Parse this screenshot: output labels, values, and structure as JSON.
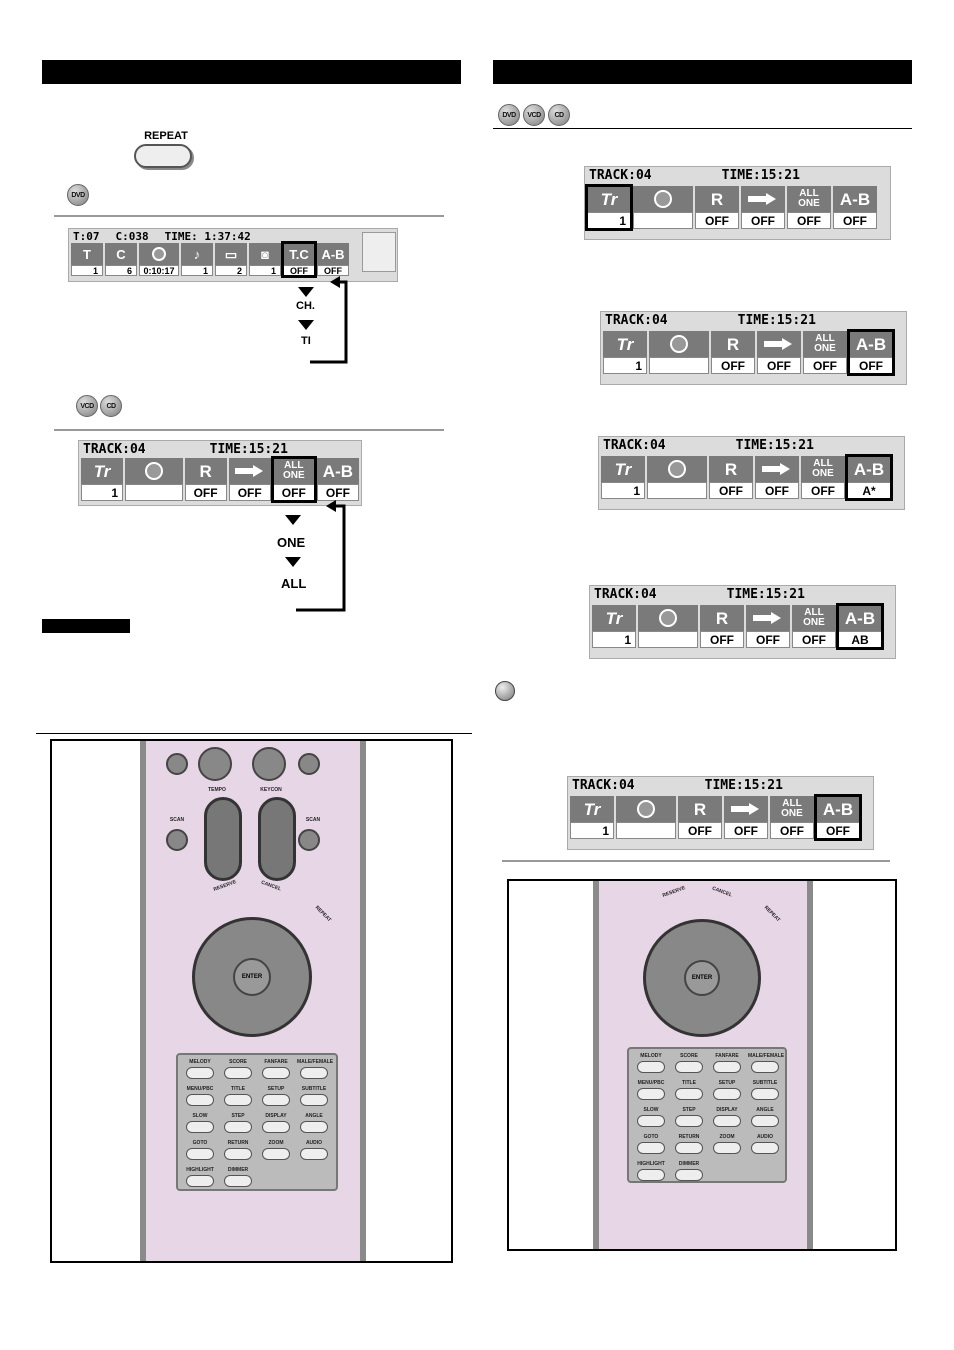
{
  "left": {
    "repeat_button_label": "REPEAT",
    "dvd_badge": "DVD",
    "vcd_badge": "VCD",
    "cd_badge": "CD",
    "dvd_osd": {
      "t": "T:07",
      "c": "C:038",
      "time": "TIME: 1:37:42",
      "values": [
        "1",
        "6",
        "0:10:17",
        "1",
        "2",
        "1",
        "OFF",
        "OFF"
      ],
      "tc_label": "T.C",
      "ab_label": "A-B",
      "flow": [
        "CH.",
        "TI"
      ]
    },
    "vcd_osd": {
      "track": "TRACK:04",
      "time": "TIME:15:21",
      "labels": [
        "Tr",
        "",
        "R",
        "",
        "ALL ONE",
        "A-B"
      ],
      "values": [
        "1",
        "",
        "OFF",
        "OFF",
        "OFF",
        "OFF"
      ],
      "flow": [
        "ONE",
        "ALL"
      ]
    }
  },
  "right": {
    "badges": [
      "DVD",
      "VCD",
      "CD"
    ],
    "osd_track": "TRACK:04",
    "osd_time": "TIME:15:21",
    "tr_label": "Tr",
    "r_label": "R",
    "allone_top": "ALL",
    "allone_bottom": "ONE",
    "ab_label": "A-B",
    "osd1_values": [
      "1",
      "",
      "OFF",
      "OFF",
      "OFF",
      "OFF"
    ],
    "osd2_values": [
      "1",
      "",
      "OFF",
      "OFF",
      "OFF",
      "OFF"
    ],
    "osd3_values": [
      "1",
      "",
      "OFF",
      "OFF",
      "OFF",
      "A*"
    ],
    "osd4_values": [
      "1",
      "",
      "OFF",
      "OFF",
      "OFF",
      "AB"
    ],
    "osd5_values": [
      "1",
      "",
      "OFF",
      "OFF",
      "OFF",
      "OFF"
    ]
  },
  "remote_left": {
    "labels": [
      "TEMPO",
      "KEYCON",
      "SCAN",
      "SCAN",
      "RESERVE",
      "CANCEL",
      "REPEAT",
      "ENTER",
      "MELODY",
      "SCORE",
      "FANFARE",
      "MALE/FEMALE",
      "MENU/PBC",
      "TITLE",
      "SETUP",
      "SUBTITLE",
      "SLOW",
      "STEP",
      "DISPLAY",
      "ANGLE",
      "GOTO",
      "RETURN",
      "ZOOM",
      "AUDIO",
      "HIGHLIGHT",
      "DIMMER"
    ]
  },
  "remote_right": {
    "labels": [
      "RESERVE",
      "CANCEL",
      "REPEAT",
      "ENTER",
      "MELODY",
      "SCORE",
      "FANFARE",
      "MALE/FEMALE",
      "MENU/PBC",
      "TITLE",
      "SETUP",
      "SUBTITLE",
      "SLOW",
      "STEP",
      "DISPLAY",
      "ANGLE",
      "GOTO",
      "RETURN",
      "ZOOM",
      "AUDIO",
      "HIGHLIGHT",
      "DIMMER"
    ]
  }
}
